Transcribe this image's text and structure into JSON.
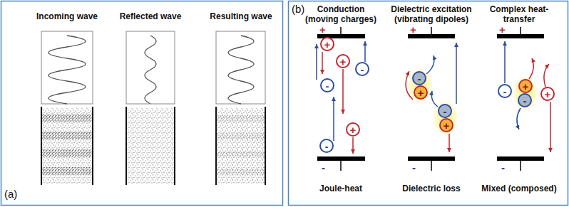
{
  "diagram": {
    "nodes": [
      {
        "text": [
          "+"
        ]
      },
      {
        "text": [
          "+"
        ]
      },
      {
        "text": [
          "-"
        ]
      },
      {
        "text": [
          "-"
        ]
      },
      {
        "text": [
          "+"
        ]
      },
      {
        "text": [
          "-"
        ]
      },
      {
        "text": [
          "-"
        ]
      },
      {
        "text": [
          "+"
        ]
      },
      {
        "text": [
          "-"
        ]
      },
      {
        "text": [
          "+"
        ]
      },
      {
        "text": [
          "+"
        ]
      },
      {
        "text": [
          "-"
        ]
      },
      {
        "text": [
          "+"
        ]
      },
      {
        "text": [
          "-"
        ]
      }
    ],
    "labels": [
      "Incoming wave",
      "Reflected wave",
      "Resulting wave",
      "(a)",
      "Conduction (moving charges)",
      "Dielectric excitation (vibrating dipoles)",
      "Complex heat-transfer",
      "+",
      "+",
      "+",
      "-",
      "-",
      "-",
      "Joule-heat",
      "Dielectric loss",
      "Mixed (composed)",
      "(b)"
    ]
  }
}
